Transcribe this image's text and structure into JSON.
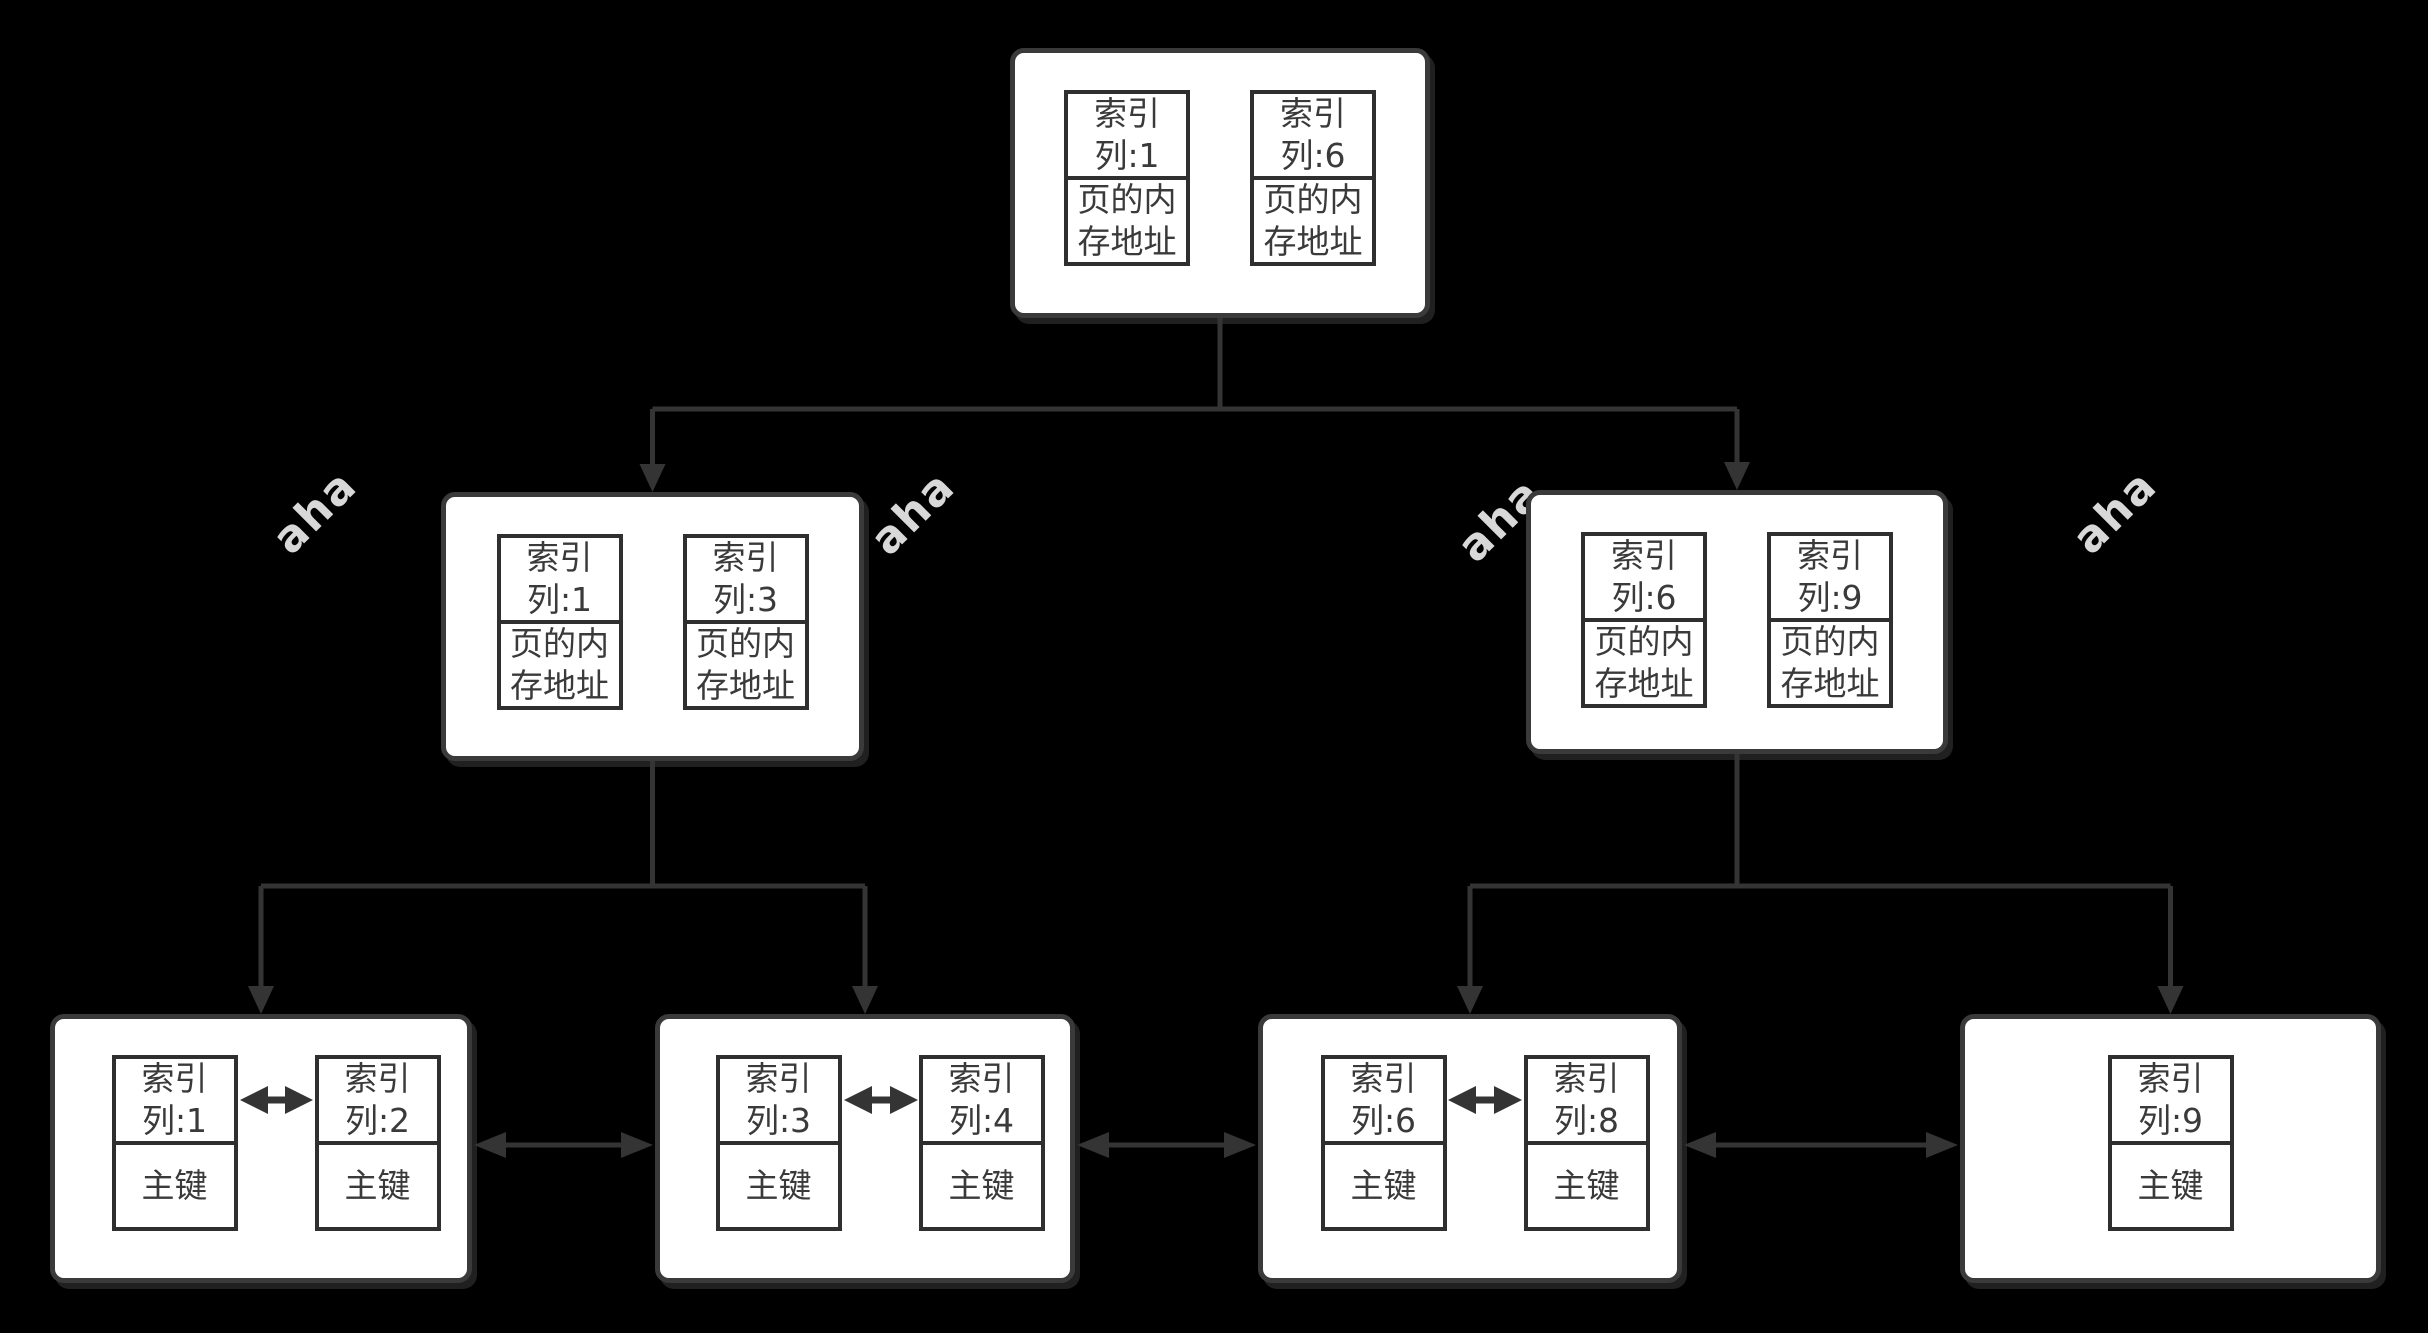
{
  "watermark": {
    "text": "aha"
  },
  "colors": {
    "background": "#000000",
    "node_fill": "#ffffff",
    "node_border": "#3a3a3a",
    "line": "#343434",
    "text": "#3a3a3a",
    "watermark": "#ebebeb"
  },
  "nodes": {
    "root": {
      "cells": [
        {
          "key": "索引\n列:1",
          "value": "页的内\n存地址"
        },
        {
          "key": "索引\n列:6",
          "value": "页的内\n存地址"
        }
      ]
    },
    "internal_left": {
      "cells": [
        {
          "key": "索引\n列:1",
          "value": "页的内\n存地址"
        },
        {
          "key": "索引\n列:3",
          "value": "页的内\n存地址"
        }
      ]
    },
    "internal_right": {
      "cells": [
        {
          "key": "索引\n列:6",
          "value": "页的内\n存地址"
        },
        {
          "key": "索引\n列:9",
          "value": "页的内\n存地址"
        }
      ]
    },
    "leaf_1": {
      "cells": [
        {
          "key": "索引\n列:1",
          "value": "主键"
        },
        {
          "key": "索引\n列:2",
          "value": "主键"
        }
      ]
    },
    "leaf_2": {
      "cells": [
        {
          "key": "索引\n列:3",
          "value": "主键"
        },
        {
          "key": "索引\n列:4",
          "value": "主键"
        }
      ]
    },
    "leaf_3": {
      "cells": [
        {
          "key": "索引\n列:6",
          "value": "主键"
        },
        {
          "key": "索引\n列:8",
          "value": "主键"
        }
      ]
    },
    "leaf_4": {
      "cells": [
        {
          "key": "索引\n列:9",
          "value": "主键"
        }
      ]
    }
  }
}
